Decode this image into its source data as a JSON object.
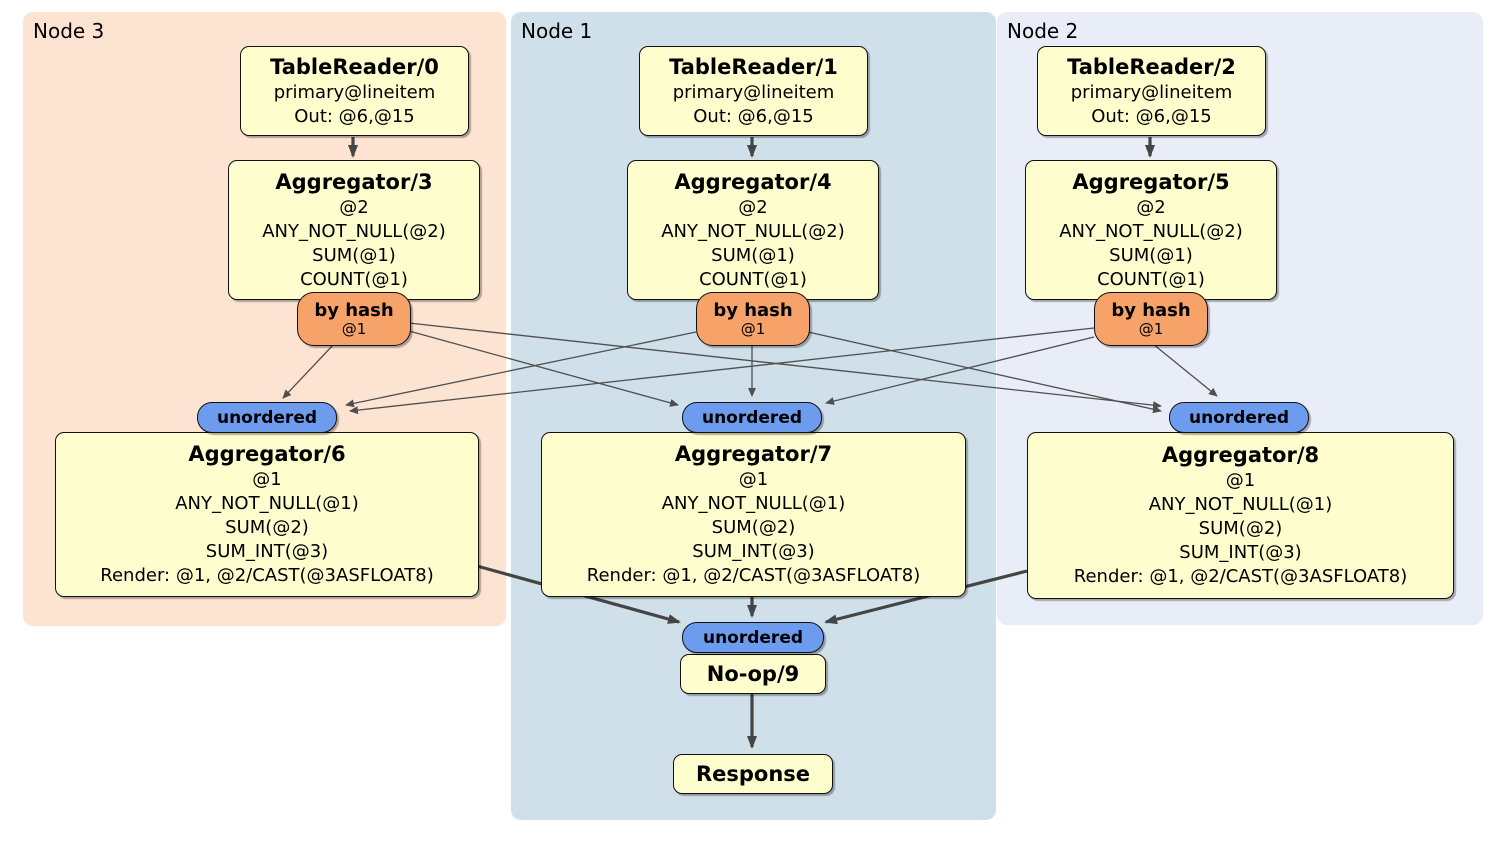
{
  "regions": [
    {
      "label": "Node 3"
    },
    {
      "label": "Node 1"
    },
    {
      "label": "Node 2"
    }
  ],
  "processors": {
    "tablereader0": {
      "title": "TableReader/0",
      "lines": [
        "primary@lineitem",
        "Out: @6,@15"
      ]
    },
    "tablereader1": {
      "title": "TableReader/1",
      "lines": [
        "primary@lineitem",
        "Out: @6,@15"
      ]
    },
    "tablereader2": {
      "title": "TableReader/2",
      "lines": [
        "primary@lineitem",
        "Out: @6,@15"
      ]
    },
    "aggregator3": {
      "title": "Aggregator/3",
      "lines": [
        "@2",
        "ANY_NOT_NULL(@2)",
        "SUM(@1)",
        "COUNT(@1)"
      ]
    },
    "aggregator4": {
      "title": "Aggregator/4",
      "lines": [
        "@2",
        "ANY_NOT_NULL(@2)",
        "SUM(@1)",
        "COUNT(@1)"
      ]
    },
    "aggregator5": {
      "title": "Aggregator/5",
      "lines": [
        "@2",
        "ANY_NOT_NULL(@2)",
        "SUM(@1)",
        "COUNT(@1)"
      ]
    },
    "aggregator6": {
      "title": "Aggregator/6",
      "lines": [
        "@1",
        "ANY_NOT_NULL(@1)",
        "SUM(@2)",
        "SUM_INT(@3)",
        "Render: @1, @2/CAST(@3ASFLOAT8)"
      ]
    },
    "aggregator7": {
      "title": "Aggregator/7",
      "lines": [
        "@1",
        "ANY_NOT_NULL(@1)",
        "SUM(@2)",
        "SUM_INT(@3)",
        "Render: @1, @2/CAST(@3ASFLOAT8)"
      ]
    },
    "aggregator8": {
      "title": "Aggregator/8",
      "lines": [
        "@1",
        "ANY_NOT_NULL(@1)",
        "SUM(@2)",
        "SUM_INT(@3)",
        "Render: @1, @2/CAST(@3ASFLOAT8)"
      ]
    },
    "noop9": {
      "title": "No-op/9"
    },
    "response": {
      "title": "Response"
    }
  },
  "router": {
    "label": "by hash",
    "column": "@1"
  },
  "stream": {
    "unordered_label": "unordered"
  },
  "colors": {
    "region_node3": "#fce3d2",
    "region_node1": "#cfe0ea",
    "region_node2": "#e9edf7",
    "processor_fill": "#fdfdcd",
    "router_fill": "#f6a269",
    "stream_fill": "#6d9cee",
    "edge_thick": "#454545",
    "edge_thin": "#4f4f4f"
  }
}
